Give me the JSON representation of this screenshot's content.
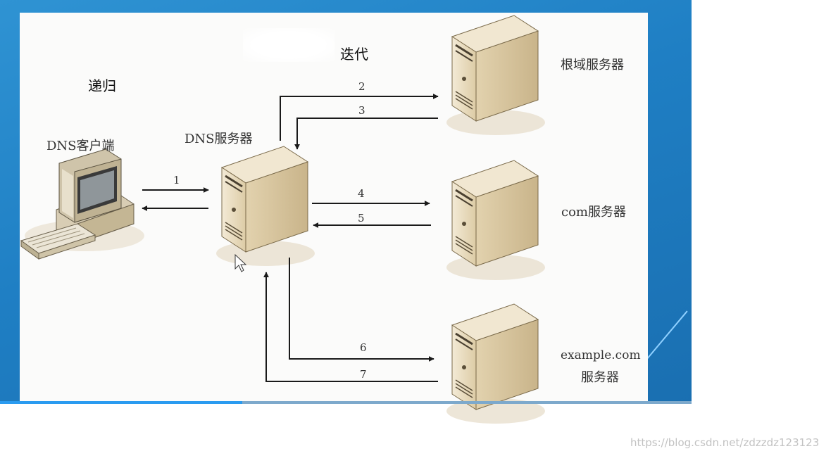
{
  "annotations": {
    "recursion": "递归",
    "iteration": "迭代"
  },
  "nodes": {
    "client": "DNS客户端",
    "dns_server": "DNS服务器",
    "root_server": "根域服务器",
    "com_server": "com服务器",
    "example_line1": "example.com",
    "example_line2": "服务器"
  },
  "steps": [
    "1",
    "2",
    "3",
    "4",
    "5",
    "6",
    "7"
  ],
  "watermark": "https://blog.csdn.net/zdzzdz123123",
  "video_progress": 0.35,
  "colors": {
    "server_body": "#e9dcc0",
    "server_shadow": "#cbb893",
    "arrow": "#1a1a1a",
    "frame_blue": "#1f7fc4"
  }
}
